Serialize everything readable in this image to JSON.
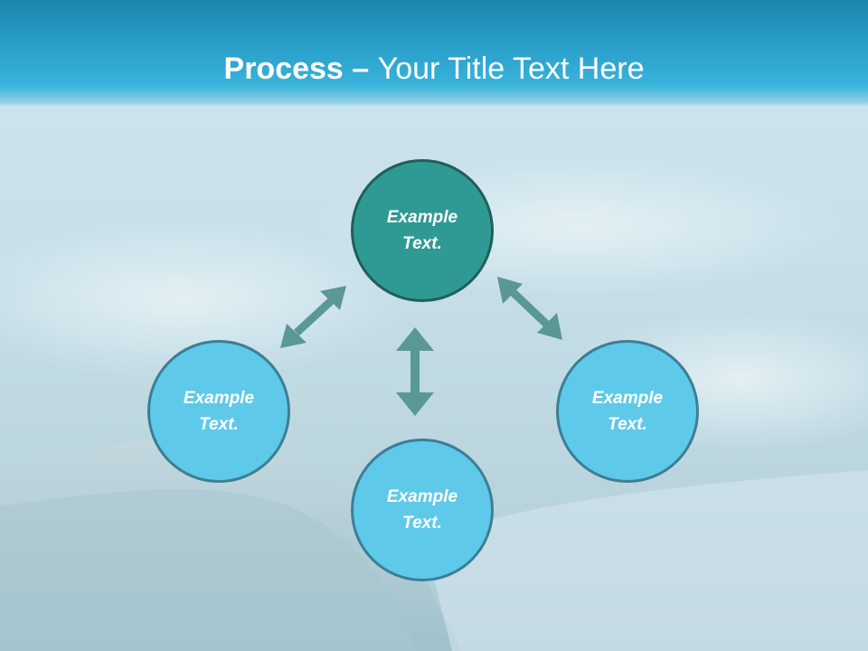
{
  "slide": {
    "title_bold": "Process",
    "title_dash": " – ",
    "title_rest": "Your Title Text Here"
  },
  "nodes": {
    "top": {
      "line1": "Example",
      "line2": "Text."
    },
    "left": {
      "line1": "Example",
      "line2": "Text."
    },
    "bottom": {
      "line1": "Example",
      "line2": "Text."
    },
    "right": {
      "line1": "Example",
      "line2": "Text."
    }
  },
  "colors": {
    "header": "#2ea5cf",
    "center_node": "#2f9a93",
    "outer_node": "#5fc9ea",
    "arrow": "#5a9895"
  }
}
